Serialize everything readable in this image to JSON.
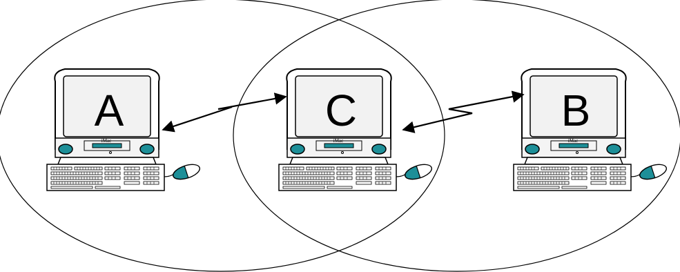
{
  "computers": [
    {
      "id": "A",
      "label": "A",
      "brand": "iMac"
    },
    {
      "id": "C",
      "label": "C",
      "brand": "iMac"
    },
    {
      "id": "B",
      "label": "B",
      "brand": "iMac"
    }
  ],
  "colors": {
    "accent_teal": "#1d8f98",
    "outline": "#000000",
    "background": "#ffffff"
  }
}
